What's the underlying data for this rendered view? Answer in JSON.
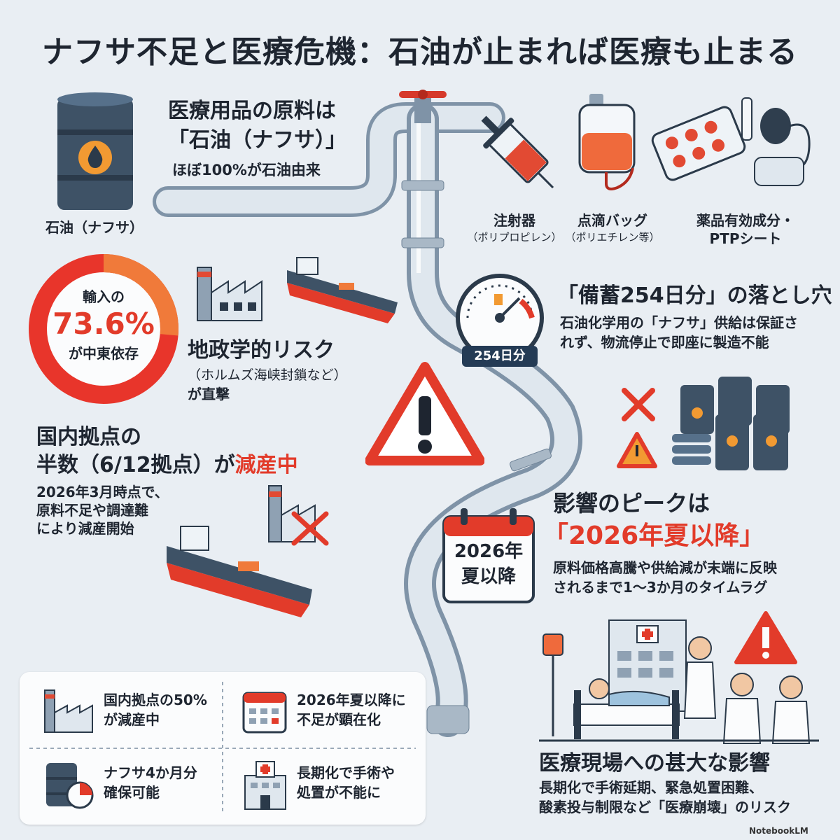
{
  "title": "ナフサ不足と医療危機：石油が止まれば医療も止まる",
  "raw_material": {
    "heading_line1": "医療用品の原料は",
    "heading_line2": "「石油（ナフサ）」",
    "subtext": "ほぼ100%が石油由来",
    "barrel_label": "石油（ナフサ）"
  },
  "products": [
    {
      "name": "注射器",
      "sub": "（ポリプロピレン）"
    },
    {
      "name": "点滴バッグ",
      "sub": "（ポリエチレン等）"
    },
    {
      "name": "薬品有効成分・",
      "sub": "PTPシート"
    }
  ],
  "donut": {
    "line1": "輸入の",
    "value_text": "73.6%",
    "line3": "が中東依存",
    "value": 73.6,
    "colors": {
      "highlight": "#f07a3a",
      "base": "#e8352b"
    }
  },
  "geo_risk": {
    "heading": "地政学的リスク",
    "line1": "（ホルムズ海峡封鎖など）",
    "line2": "が直撃"
  },
  "reserve": {
    "heading": "「備蓄254日分」の落とし穴",
    "line1": "石油化学用の「ナフサ」供給は保証さ",
    "line2": "れず、物流停止で即座に製造不能",
    "badge": "254日分"
  },
  "domestic": {
    "heading_line1": "国内拠点の",
    "heading_line2_a": "半数（6/12拠点）が",
    "heading_line2_b": "減産中",
    "line1": "2026年3月時点で、",
    "line2": "原料不足や調達難",
    "line3": "により減産開始"
  },
  "calendar": {
    "line1": "2026年",
    "line2": "夏以降"
  },
  "peak": {
    "heading": "影響のピークは",
    "highlight": "「2026年夏以降」",
    "line1": "原料価格高騰や供給減が末端に反映",
    "line2": "されるまで1〜3か月のタイムラグ"
  },
  "summary": [
    {
      "icon": "factory-icon",
      "line1": "国内拠点の50%",
      "line2": "が減産中"
    },
    {
      "icon": "calendar-icon",
      "line1": "2026年夏以降に",
      "line2": "不足が顕在化"
    },
    {
      "icon": "barrel-clock-icon",
      "line1": "ナフサ4か月分",
      "line2": "確保可能"
    },
    {
      "icon": "hospital-icon",
      "line1": "長期化で手術や",
      "line2": "処置が不能に"
    }
  ],
  "medical": {
    "heading": "医療現場への甚大な影響",
    "line1": "長期化で手術延期、緊急処置困難、",
    "line2": "酸素投与制限など「医療崩壊」のリスク"
  },
  "watermark": "NotebookLM",
  "colors": {
    "accent_red": "#e23b2a",
    "navy": "#243b55",
    "pipe": "#c9d6e2"
  }
}
